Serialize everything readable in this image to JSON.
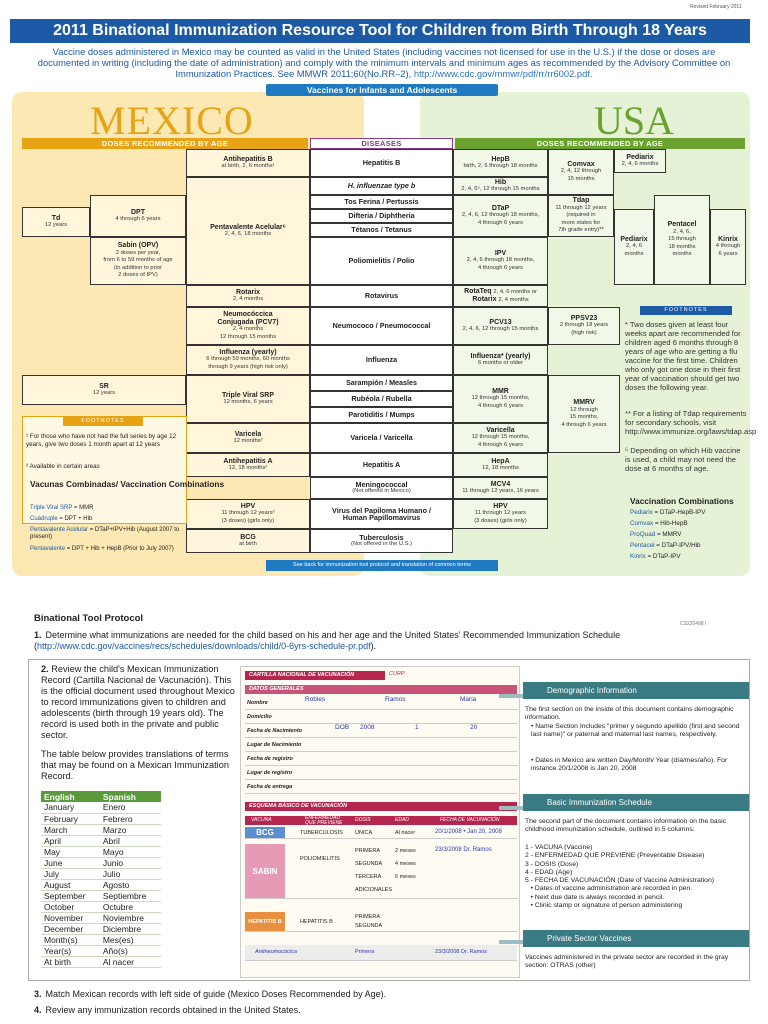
{
  "revised": "Revised February 2011",
  "title": "2011 Binational Immunization Resource Tool for Children from Birth Through 18 Years",
  "intro": "Vaccine doses administered in Mexico may be counted as valid in the United States (including vaccines not licensed for use in the U.S.) if the dose or doses are documented in writing (including the date of administration) and comply with the minimum intervals and minimum ages as recommended by the Advisory Committee on Immunization Practices. See MMWR 2011;60(No.RR–2),",
  "intro_link": "http://www.cdc.gov/mmwr/pdf/rr/rr6002.pdf.",
  "vaccines_banner": "Vaccines for Infants and Adolescents",
  "mexico": "MEXICO",
  "usa": "USA",
  "hdr_mx": "DOSES RECOMMENDED BY AGE",
  "hdr_dis": "DISEASES",
  "hdr_us": "DOSES RECOMMENDED BY AGE",
  "mx": {
    "hepb": [
      "Antihepatitis B",
      "at birth, 2, 6 months¹"
    ],
    "td": [
      "Td",
      "12 years"
    ],
    "dpt": [
      "DPT",
      "4 through 6 years"
    ],
    "sabin": [
      "Sabin (OPV)",
      "2 doses per year,",
      "from 6 to 59 months of age",
      "(in addition to prior",
      "2 doses of IPV)"
    ],
    "penta": [
      "Pentavalente Acelular⁶",
      "2, 4, 6, 18 months"
    ],
    "rota": [
      "Rotarix",
      "2, 4 months"
    ],
    "pcv": [
      "Neumocóccica",
      "Conjugada (PCV7)",
      "2, 4 months",
      "12 through 15 months"
    ],
    "flu": [
      "Influenza (yearly)",
      "6 through 59 months, 60 months",
      "through 9 years (high risk only)"
    ],
    "sr": [
      "SR",
      "12 years"
    ],
    "srp": [
      "Triple Viral SRP",
      "12 months, 6 years"
    ],
    "varicela": [
      "Varicela",
      "12 months²"
    ],
    "hepa": [
      "Antihepatitis A",
      "12, 18 months²"
    ],
    "hpv": [
      "HPV",
      "11 through 12 years²",
      "(3 doses) (girls only)"
    ],
    "bcg": [
      "BCG",
      "at birth"
    ]
  },
  "diseases": [
    "Hepatitis B",
    "H. influenzae type b",
    "Tos Ferina / Pertussis",
    "Difteria / Diphtheria",
    "Tétanos / Tetanus",
    "Poliomielitis / Polio",
    "Rotavirus",
    "Neumococo / Pneumococcal",
    "Influenza",
    "Sarampión / Measles",
    "Rubéola / Rubella",
    "Parotiditis / Mumps",
    "Varicela / Varicella",
    "Hepatitis A",
    "Meningococcal",
    "(Not offered in Mexico)",
    "Virus del Papiloma Humano /",
    "Human Papillomavirus",
    "Tuberculosis",
    "(Not offered in the U.S.)"
  ],
  "us": {
    "hepb": [
      "HepB",
      "birth, 2, 6 through 18 months"
    ],
    "hib": [
      "Hib",
      "2, 4, 6⁵, 12 through 15 months"
    ],
    "dtap": [
      "DTaP",
      "2, 4, 6, 12 through 18 months,",
      "4 through 6 years"
    ],
    "ipv": [
      "IPV",
      "2, 4, 6 through 18 months,",
      "4 through 6 years"
    ],
    "rota": [
      "RotaTeq",
      "2, 4, 6 months or",
      "Rotarix",
      "2, 4 months"
    ],
    "pcv": [
      "PCV13",
      "2, 4, 6, 12 through 15 months"
    ],
    "ppsv": [
      "PPSV23",
      "2 through 18 years",
      "(high risk)"
    ],
    "flu": [
      "Influenza* (yearly)",
      "6 months or older"
    ],
    "mmr": [
      "MMR",
      "12 through 15 months,",
      "4 through 6 years"
    ],
    "mmrv": [
      "MMRV",
      "12 through",
      "15 months,",
      "4 through 6 years"
    ],
    "var": [
      "Varicella",
      "12 through 15 months,",
      "4 through 6 years"
    ],
    "hepa": [
      "HepA",
      "12, 18 months"
    ],
    "mcv": [
      "MCV4",
      "11 through 12 years, 16 years"
    ],
    "hpv": [
      "HPV",
      "11 through 12 years",
      "(3 doses) (girls only)"
    ],
    "comvax": [
      "Comvax",
      "2, 4, 12 through",
      "15 months"
    ],
    "pediarix": [
      "Pediarix",
      "2, 4, 6 months"
    ],
    "tdap": [
      "Tdap",
      "11 through 12 years",
      "(required in",
      "more states for",
      "7th grade entry)**"
    ],
    "pediarix2": [
      "Pediarix",
      "2, 4, 6 months"
    ],
    "pentacel": [
      "Pentacel",
      "2, 4, 6,",
      "15 through",
      "18 months",
      "months"
    ],
    "kinrix": [
      "Kinrix",
      "4 through",
      "6 years"
    ]
  },
  "mx_footnotes_head": "FOOTNOTES",
  "mx_fn1": "¹ For those who have not had the full series by age 12 years, give two doses 1 month apart at 12 years",
  "mx_fn2": "² Available in certain areas",
  "mx_combo_title": "Vacunas Combinadas/ Vaccination Combinations",
  "mx_combos": [
    [
      "Triple Viral SRP",
      " = MMR"
    ],
    [
      "Cuádruple",
      " = DPT + Hib"
    ],
    [
      "Pentavalente Acelular",
      " = DTaP+IPV+Hib (August 2007 to present)"
    ],
    [
      "Pentavalente",
      " = DPT + Hib + HepB (Prior to July 2007)"
    ]
  ],
  "us_footnotes_head": "FOOTNOTES",
  "us_fn": "* Two doses given at least four weeks apart are recommended for children aged 6 months through 8 years of age who are getting a flu vaccine for the first time. Children who only got one dose in their first year of vaccination should get two doses the following year.",
  "us_fn2": "** For a listing of Tdap requirements for secondary schools, visit http://www.immunize.org/laws/tdap.asp",
  "us_fn3": "⁵ Depending on which Hib vaccine is used, a child may not need the dose at 6 months of age.",
  "us_combo_title": "Vaccination Combinations",
  "us_combos": [
    [
      "Pediarix",
      " = DTaP-HepB-IPV"
    ],
    [
      "Comvax",
      " = Hib-HepB"
    ],
    [
      "ProQuad",
      " = MMRV"
    ],
    [
      "Pentacel",
      " = DTaP-IPV/Hib"
    ],
    [
      "Kinrix",
      " = DTaP-IPV"
    ]
  ],
  "back_note": "See back for immunization tool protocol and translation of common terms",
  "protocol_title": "Binational Tool Protocol",
  "code": "CS220498 I",
  "step1_n": "1.",
  "step1": "Determine what immunizations are needed for the child based on his and her age and the United States' Recommended Immunization Schedule (",
  "step1_link": "http://www.cdc.gov/vaccines/recs/schedules/downloads/child/0-6yrs-schedule-pr.pdf",
  "step1_end": ").",
  "step2_n": "2.",
  "step2a": "Review the child's Mexican Immunization Record (Cartilla Nacional de Vacunación). This is the official document used throughout Mexico to record immunizations given to children and adolescents (birth through 19 years old). The record is used both in the private and public sector.",
  "step2b": "The table below provides translations of terms that may be found on a Mexican Immunization Record.",
  "lang_head": [
    "English",
    "Spanish"
  ],
  "lang_rows": [
    [
      "January",
      "Enero"
    ],
    [
      "February",
      "Febrero"
    ],
    [
      "March",
      "Marzo"
    ],
    [
      "April",
      "Abril"
    ],
    [
      "May",
      "Mayo"
    ],
    [
      "June",
      "Junio"
    ],
    [
      "July",
      "Julio"
    ],
    [
      "August",
      "Agosto"
    ],
    [
      "September",
      "Septiembre"
    ],
    [
      "October",
      "Octubre"
    ],
    [
      "November",
      "Noviembre"
    ],
    [
      "December",
      "Diciembre"
    ],
    [
      "Month(s)",
      "Mes(es)"
    ],
    [
      "Year(s)",
      "Año(s)"
    ],
    [
      "At birth",
      "Al nacer"
    ]
  ],
  "record": {
    "banner1": "CARTILLA NACIONAL DE VACUNACIÓN",
    "curp": "CURP",
    "banner2": "DATOS GENERALES",
    "nombre": "Nombre",
    "n1": "Robles",
    "n2": "Ramos",
    "n3": "Maria",
    "domicilio": "Domicilio",
    "fecha_nac": "Fecha de Nacimiento",
    "dob": "DOB",
    "d1": "2008",
    "d2": "1",
    "d3": "20",
    "lugar_nac": "Lugar de Nacimiento",
    "fecha_reg": "Fecha de registro",
    "lugar_reg": "Lugar de registro",
    "fecha_ent": "Fecha de entrega",
    "banner3": "ESQUEMA BÁSICO DE VACUNACIÓN",
    "g_vacuna": "VACUNA",
    "g_enf": "ENFERMEDAD QUE PREVIENE",
    "g_dosis": "DOSIS",
    "g_edad": "EDAD",
    "g_fecha": "FECHA DE VACUNACIÓN",
    "bcg": "BCG",
    "tuberculosis": "TUBERCULOSIS",
    "unica": "ÚNICA",
    "al_nacer": "Al nacer",
    "bcg_date": "20/1/2008 • Jan 20, 2008",
    "sabin": "SABIN",
    "polio": "POLIOMIELITIS",
    "primera": "PRIMERA",
    "segunda": "SEGUNDA",
    "tercera": "TERCERA",
    "adicionales": "ADICIONALES",
    "m2": "2 meses",
    "m4": "4 meses",
    "m6": "6 meses",
    "sabin_date": "23/3/2008 Dr. Ramos",
    "hepb": "HEPATITIS B",
    "hepb_dis": "HEPATITIS B",
    "otras": "Antineumocócica",
    "otras_dose": "Primera",
    "otras_date": "23/3/2008 Dr. Ramos"
  },
  "info": {
    "demo_title": "Demographic Information",
    "demo_text": "The first section on the inside of this document contains demographic information.",
    "demo_b1": "• Name Section Includes \"primer y segundo apellido (first and second last name)\" or paternal and maternal last names, respectively.",
    "demo_b2": "• Dates in Mexico are written Day/Month/ Year (día/mes/año). For instance 20/1/2008 is Jan 20, 2008",
    "basic_title": "Basic Immunization Schedule",
    "basic_text": "The second part of the document contains information on the basic childhood immunization schedule, outlined in 5 columns:",
    "basic_items": [
      "1 - VACUNA (Vaccine)",
      "2 - ENFERMEDAD QUE PREVIENE (Preventable Disease)",
      "3 - DOSIS (Dose)",
      "4 - EDAD (Age)",
      "5 - FECHA DE VACUNACIÓN (Date of Vaccine Administration)",
      "   • Dates of vaccine administration are recorded in pen.",
      "   • Next due date is always recorded in pencil.",
      "   • Clinic stamp or signature of person administering"
    ],
    "private_title": "Private Sector Vaccines",
    "private_text": "Vaccines administered in the private sector are recorded in the gray section: OTRAS (other)"
  },
  "step3_n": "3.",
  "step3": "Match Mexican records with left side of guide (Mexico Doses Recommended by Age).",
  "step4_n": "4.",
  "step4": "Review any immunization records obtained in the United States.",
  "colors": {
    "mexico": "#e8a315",
    "usa": "#6aa22f",
    "title": "#1d5aa5",
    "record": "#b4264d"
  }
}
